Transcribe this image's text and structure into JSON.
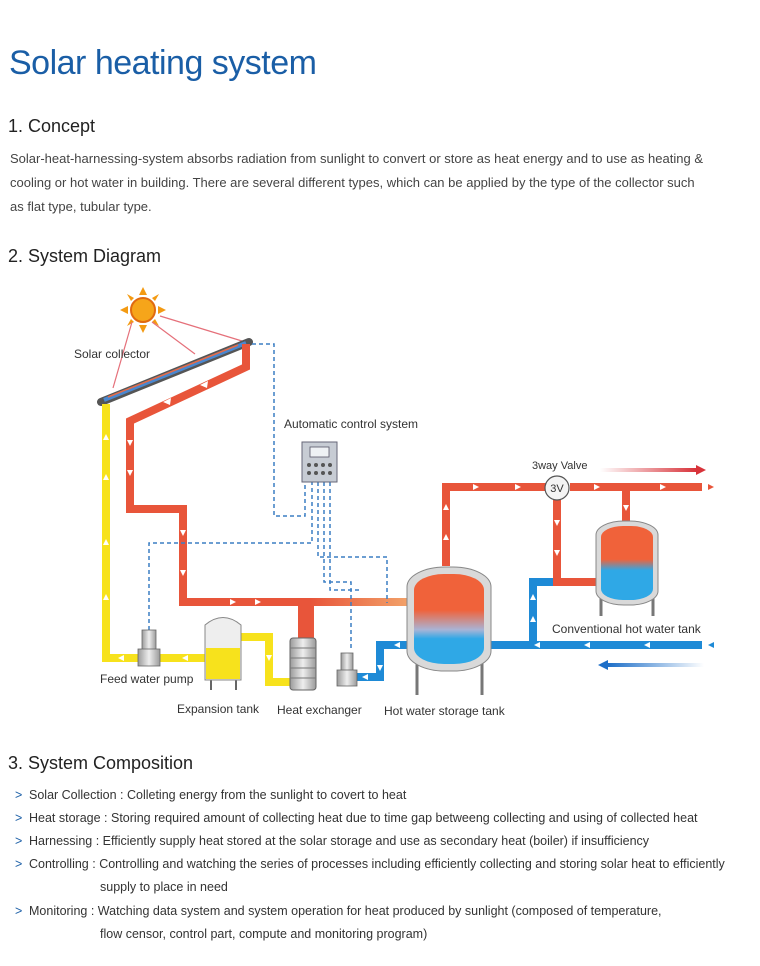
{
  "page": {
    "title": "Solar heating system"
  },
  "concept": {
    "heading": "1. Concept",
    "text": "Solar-heat-harnessing-system absorbs radiation  from sunlight to convert or store as heat energy and to use as heating & cooling or hot water in building. There are several different types, which can be applied by the type of the collector such as flat type, tubular type."
  },
  "diagram": {
    "heading": "2. System Diagram",
    "labels": {
      "solar_collector": "Solar collector",
      "control_system": "Automatic control system",
      "valve": "3way Valve",
      "valve_badge": "3V",
      "conventional_tank": "Conventional hot water tank",
      "feed_pump": "Feed water pump",
      "expansion_tank": "Expansion tank",
      "heat_exchanger": "Heat exchanger",
      "storage_tank": "Hot water storage tank"
    },
    "colors": {
      "hot_pipe": "#e8553a",
      "cold_pipe": "#1e8ad6",
      "feed_pipe": "#f7e21c",
      "control_line": "#3b7fc4",
      "sun": "#f39a12"
    }
  },
  "composition": {
    "heading": "3. System Composition",
    "marker": ">",
    "items": [
      {
        "term": "Solar Collection : ",
        "desc": "Colleting energy from the sunlight to covert to heat",
        "cont": ""
      },
      {
        "term": "Heat storage : ",
        "desc": "Storing required amount of collecting heat due to time gap betweeng collecting and using of collected heat",
        "cont": ""
      },
      {
        "term": "Harnessing : ",
        "desc": "Efficiently supply  heat stored at the solar storage and use as secondary heat (boiler) if insufficiency",
        "cont": ""
      },
      {
        "term": "Controlling : ",
        "desc": "Controlling and watching the series of processes including efficiently collecting and storing solar heat to efficiently",
        "cont": "supply to place in need"
      },
      {
        "term": "Monitoring : ",
        "desc": "Watching data system and system operation for heat produced by sunlight (composed of temperature,",
        "cont": "flow censor, control part, compute and monitoring program)"
      }
    ]
  }
}
